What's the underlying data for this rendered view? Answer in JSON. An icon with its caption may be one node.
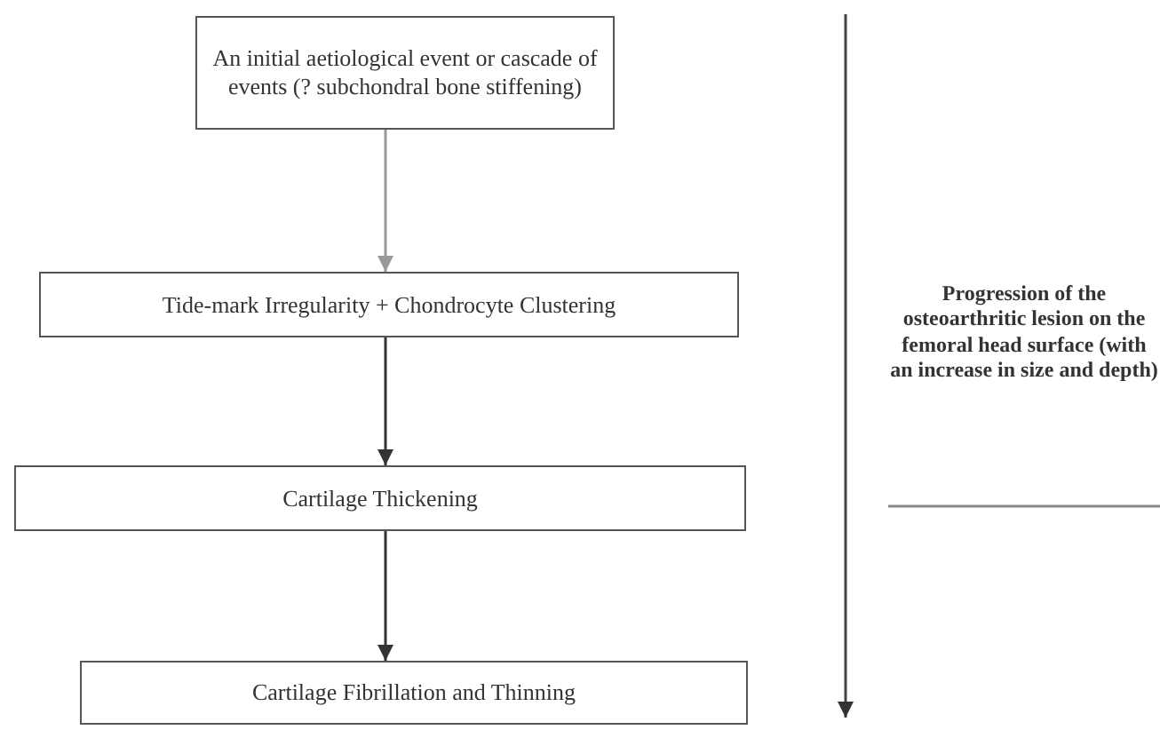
{
  "diagram": {
    "nodes": [
      {
        "text": [
          "An initial aetiological event or cascade of events (? subchondral bone stiffening)"
        ]
      },
      {
        "text": [
          "Tide-mark Irregularity + Chondrocyte Clustering"
        ]
      },
      {
        "text": [
          "Cartilage Thickening"
        ]
      },
      {
        "text": [
          "Cartilage Fibrillation and Thinning"
        ]
      }
    ],
    "edges": [
      {
        "from": 0,
        "to": 1,
        "arrow": "to",
        "color": "#999999"
      },
      {
        "from": 1,
        "to": 2,
        "arrow": "to"
      },
      {
        "from": 2,
        "to": 3,
        "arrow": "to"
      }
    ],
    "labels": [
      "Progression of the osteoarthritic lesion on the femoral head surface (with an increase in size and depth)"
    ]
  }
}
